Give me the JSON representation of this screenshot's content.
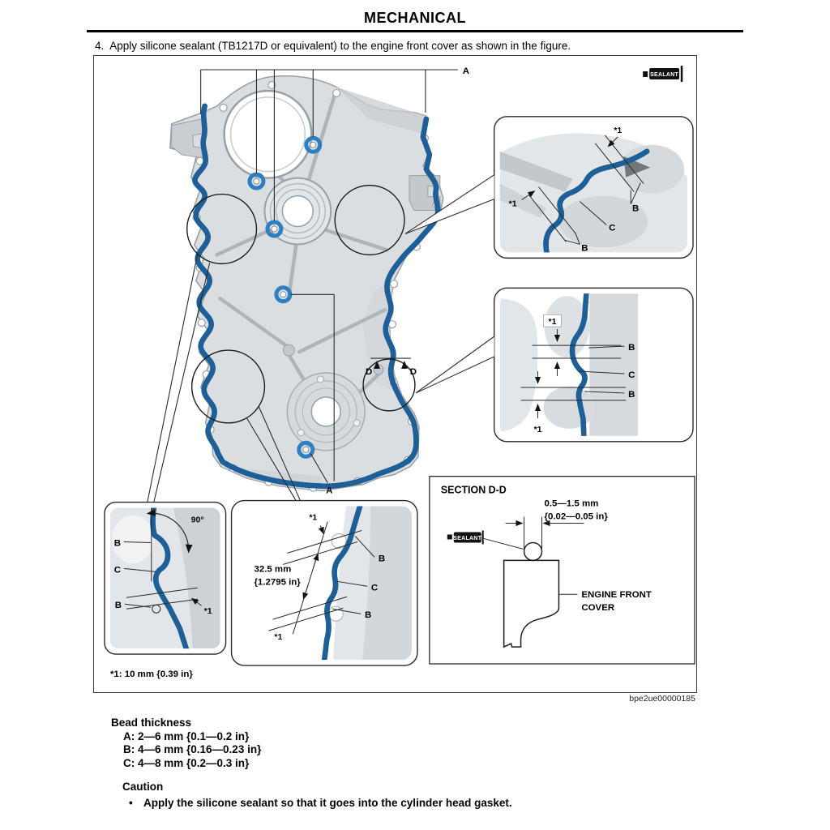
{
  "page": {
    "title": "MECHANICAL",
    "step_number": "4.",
    "step_text": "Apply silicone sealant (TB1217D or equivalent) to the engine front cover as shown in the figure.",
    "figure_id": "bpe2ue00000185"
  },
  "figure": {
    "sealant": "SEALANT",
    "labels": {
      "a": "A",
      "b": "B",
      "c": "C",
      "d": "D",
      "star1": "*1"
    },
    "angle_90": "90°",
    "dim32_mm": "32.5 mm",
    "dim32_in": "{1.2795 in}",
    "footnote": "*1: 10 mm {0.39 in}",
    "section": {
      "title": "SECTION D-D",
      "dim_mm": "0.5—1.5 mm",
      "dim_in": "{0.02—0.05 in}",
      "cover_line1": "ENGINE FRONT",
      "cover_line2": "COVER"
    }
  },
  "bead_thickness": {
    "heading": "Bead thickness",
    "items": [
      "A: 2—6 mm {0.1—0.2 in}",
      "B: 4—6 mm {0.16—0.23 in}",
      "C: 4—8 mm {0.2—0.3 in}"
    ]
  },
  "caution": {
    "heading": "Caution",
    "bullet": "•",
    "items": [
      "Apply the silicone sealant so that it goes into the cylinder head gasket."
    ]
  },
  "colors": {
    "sealant_blue": "#3f8fd2",
    "sealant_blue_dark": "#1f5f98"
  }
}
